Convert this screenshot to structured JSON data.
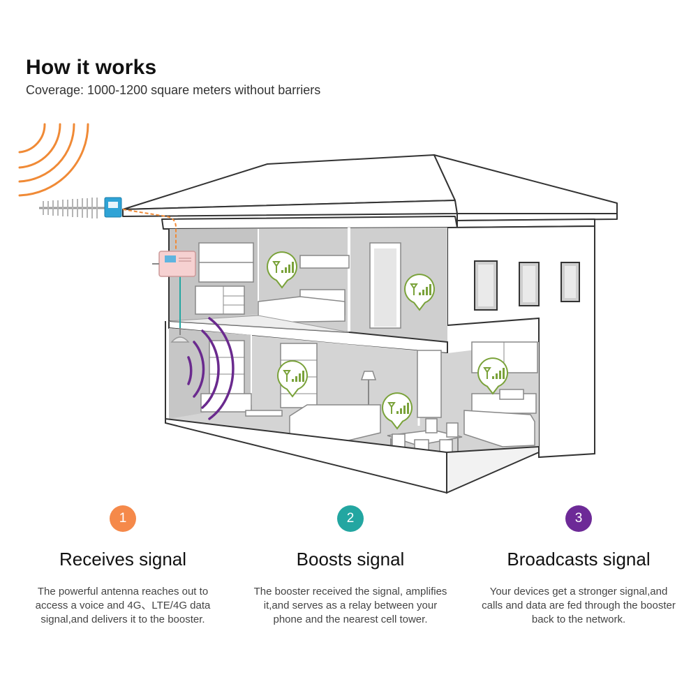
{
  "header": {
    "title": "How it works",
    "subtitle": "Coverage: 1000-1200 square meters without barriers"
  },
  "colors": {
    "antenna_wave": "#f08a36",
    "step1": "#f5894a",
    "step2": "#23a6a1",
    "step3": "#6d2a97",
    "indoor_wave": "#6a2a8e",
    "signal_bubble": "#7aa23a"
  },
  "icons": {
    "step1_icon": "antenna-icon",
    "step2_icon": "booster-icon",
    "step3_icon": "indoor-antenna-icon",
    "bubble_icon": "signal-bars-icon"
  },
  "steps": [
    {
      "number": "1",
      "heading": "Receives signal",
      "description": "The powerful antenna reaches out to access a voice and 4G、LTE/4G data signal,and delivers it to the booster."
    },
    {
      "number": "2",
      "heading": "Boosts signal",
      "description": "The booster received the signal, amplifies it,and serves as a relay between your phone and the nearest cell tower."
    },
    {
      "number": "3",
      "heading": "Broadcasts signal",
      "description": "Your devices get a stronger signal,and calls and data are fed through the booster back to the network."
    }
  ]
}
